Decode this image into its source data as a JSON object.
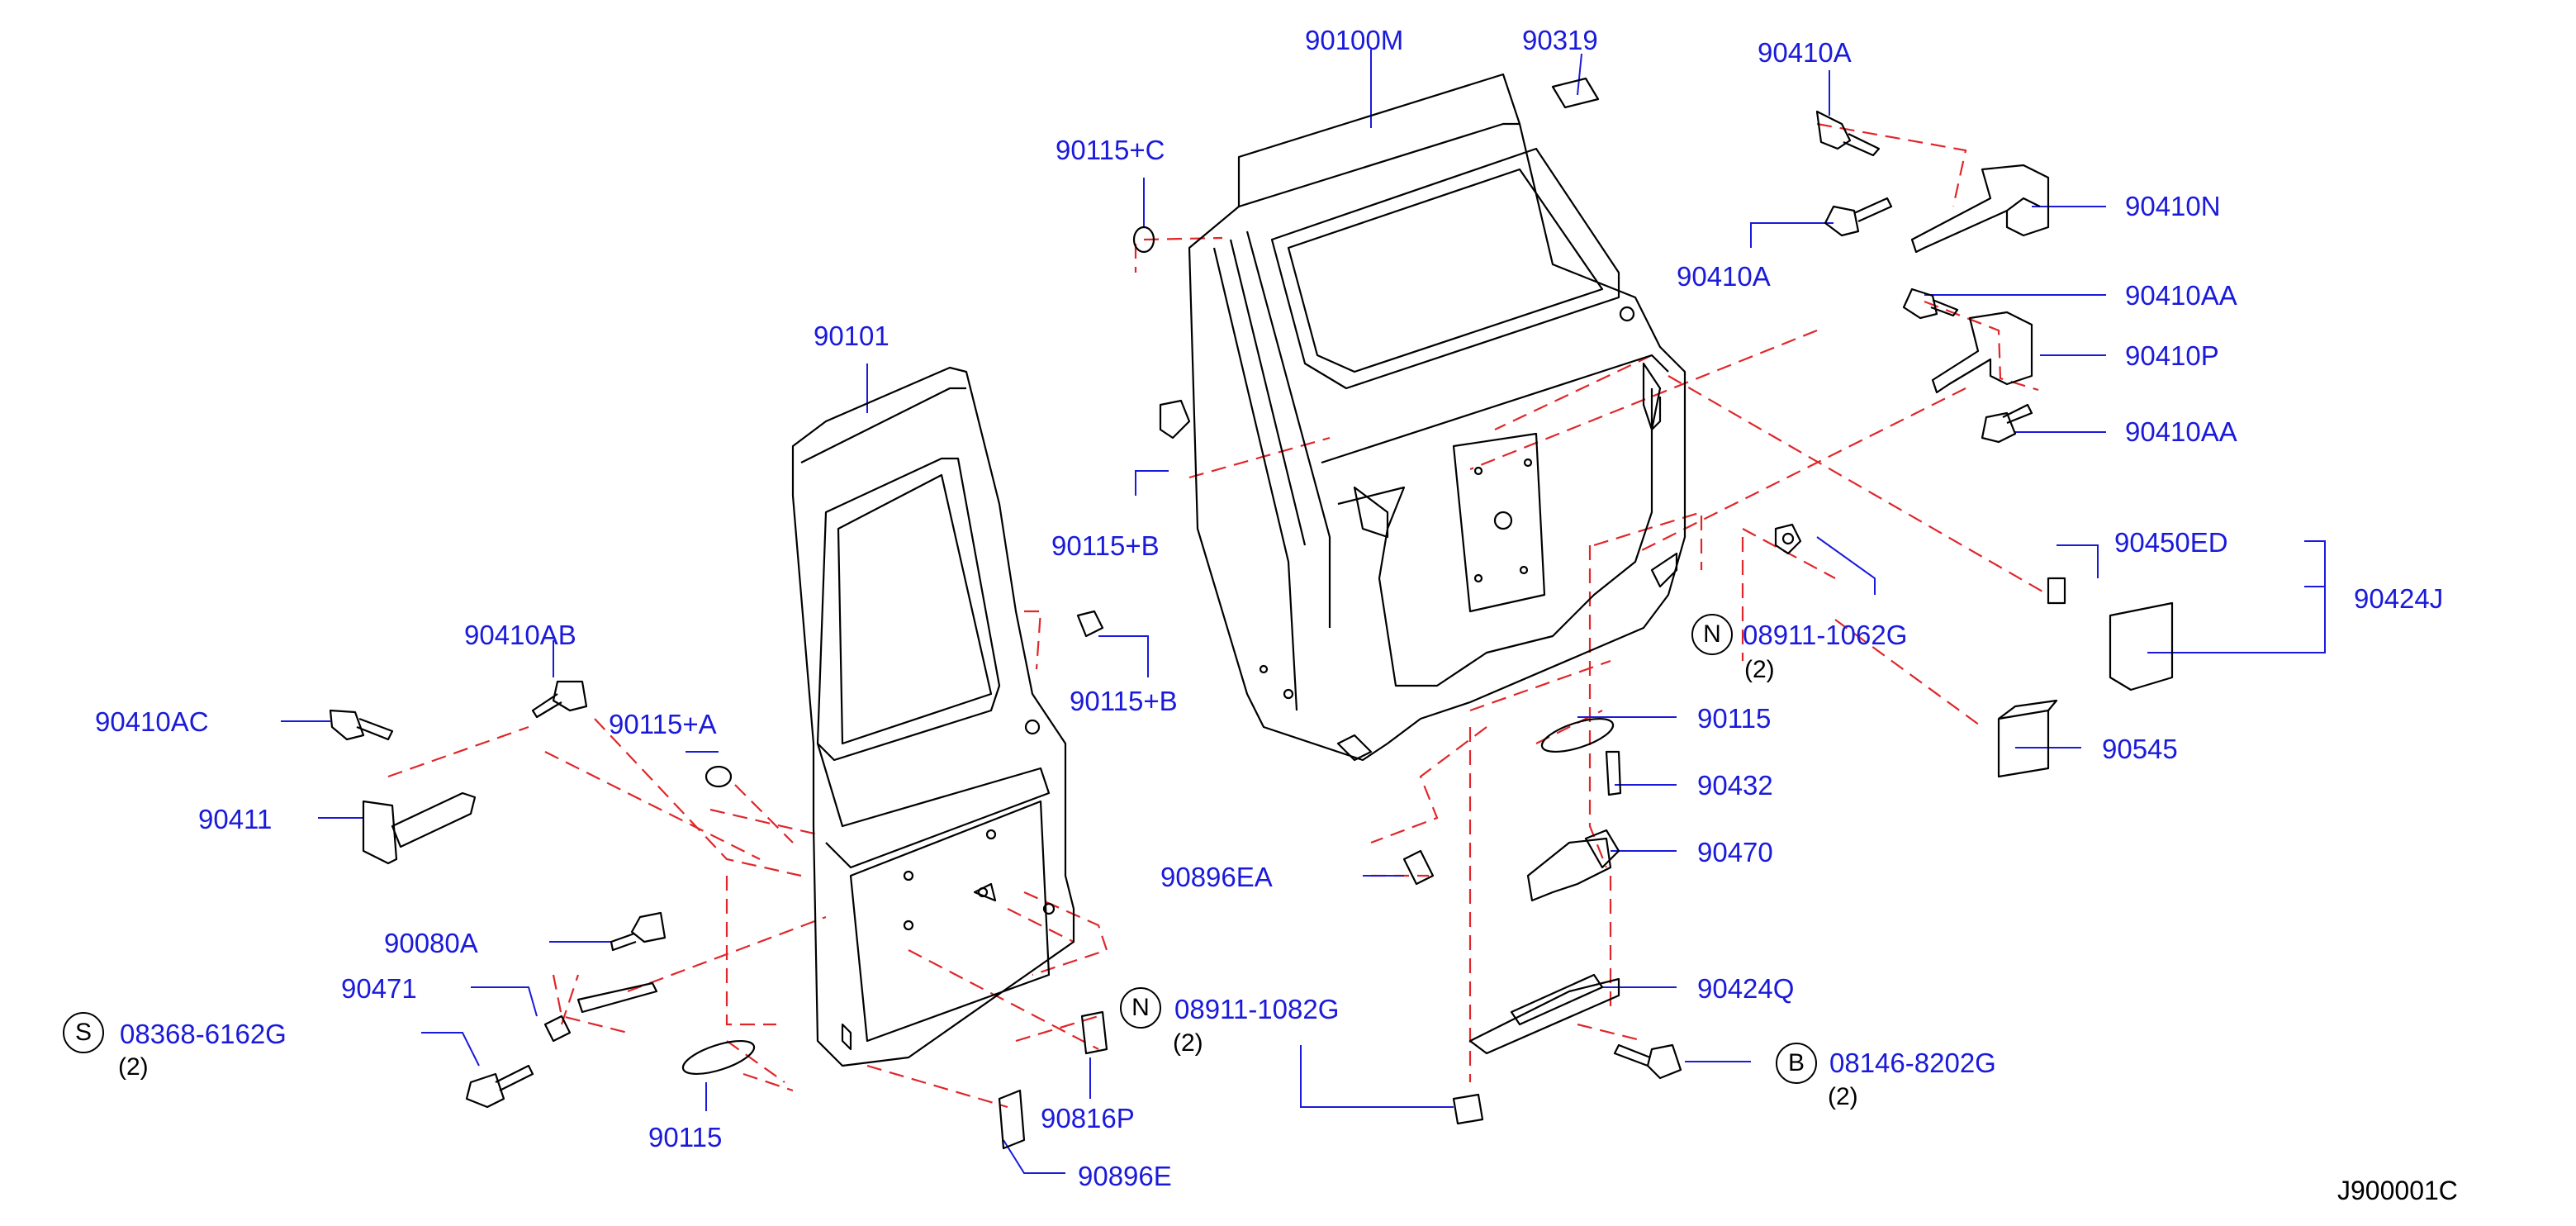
{
  "labels": {
    "l90100M": "90100M",
    "l90319": "90319",
    "l90410A_top": "90410A",
    "l90115C": "90115+C",
    "l90410N": "90410N",
    "l90410A_mid": "90410A",
    "l90410AA_1": "90410AA",
    "l90410P": "90410P",
    "l90410AA_2": "90410AA",
    "l90101": "90101",
    "l90115B_upper": "90115+B",
    "l90450ED": "90450ED",
    "l90424J": "90424J",
    "l90410AB": "90410AB",
    "l08911_upper": "08911-1062G",
    "l90410AC": "90410AC",
    "l90115B_lower": "90115+B",
    "l90115A": "90115+A",
    "l90115_right": "90115",
    "l90545": "90545",
    "l90411": "90411",
    "l90432": "90432",
    "l90470": "90470",
    "l90896EA": "90896EA",
    "l90080A": "90080A",
    "l90424Q": "90424Q",
    "l90471": "90471",
    "l08911_lower": "08911-1082G",
    "l08368": "08368-6162G",
    "l08146": "08146-8202G",
    "l90816P": "90816P",
    "l90115_left": "90115",
    "l90896E": "90896E"
  },
  "quantities": {
    "q08911_upper": "(2)",
    "q08911_lower": "(2)",
    "q08368": "(2)",
    "q08146": "(2)"
  },
  "symbols": {
    "n_upper": "N",
    "n_lower": "N",
    "s_left": "S",
    "b_right": "B"
  },
  "diagram_code": "J900001C",
  "colors": {
    "label": "#1a1adb",
    "leader": "#1a1adb",
    "guide_dash": "#e0262a",
    "part_line": "#000000"
  }
}
